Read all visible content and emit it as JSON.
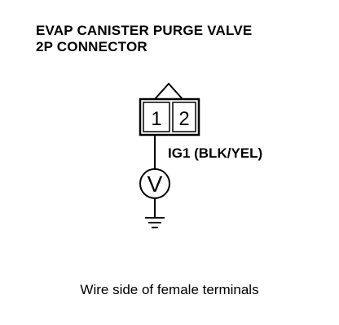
{
  "title": {
    "line1": "EVAP CANISTER PURGE VALVE",
    "line2": "2P CONNECTOR"
  },
  "connector": {
    "terminals": [
      "1",
      "2"
    ]
  },
  "wire_label": "IG1 (BLK/YEL)",
  "meter": {
    "symbol": "V"
  },
  "caption": "Wire side of female terminals",
  "colors": {
    "line": "#000000",
    "background": "#ffffff"
  }
}
